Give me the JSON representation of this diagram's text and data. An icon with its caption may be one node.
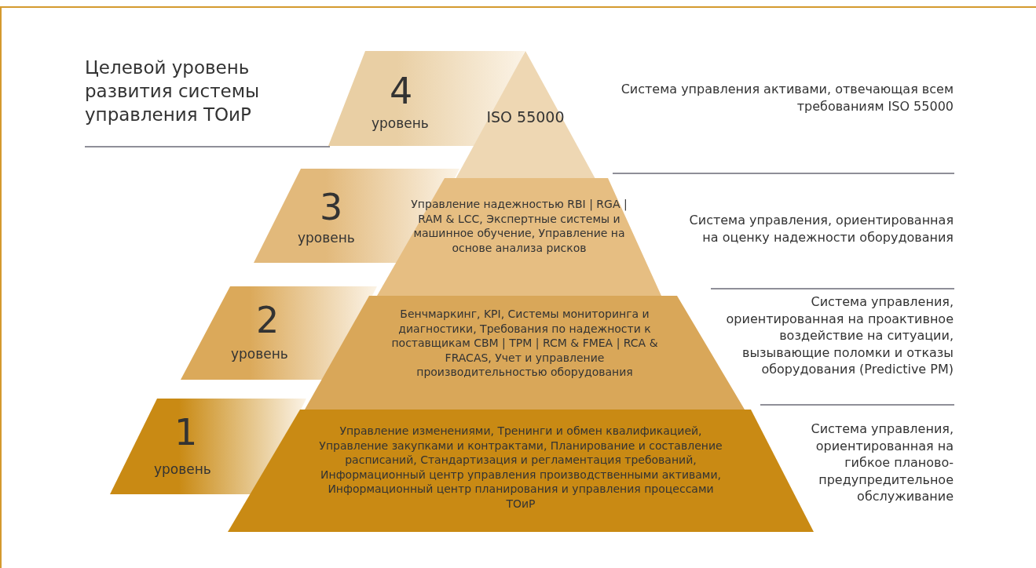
{
  "diagram": {
    "title": "Целевой уровень развития системы управления ТОиР",
    "nodes": [
      {
        "text": [
          "4",
          "уровень"
        ]
      },
      {
        "text": [
          "ISO 55000"
        ]
      },
      {
        "text": [
          "3",
          "уровень"
        ]
      },
      {
        "text": [
          "Управление надежностью RBI | RGA | RAM & LCC, Экспертные системы и машинное обучение, Управление на основе анализа рисков"
        ]
      },
      {
        "text": [
          "2",
          "уровень"
        ]
      },
      {
        "text": [
          "Бенчмаркинг, KPI, Системы мониторинга и диагностики, Требования по надежности к поставщикам CBM | TPM | RCM & FMEA | RCA & FRACAS, Учет и управление производительностью оборудования"
        ]
      },
      {
        "text": [
          "1",
          "уровень"
        ]
      },
      {
        "text": [
          "Управление изменениями, Тренинги и обмен квалификацией, Управление закупками и контрактами, Планирование и составление расписаний, Стандартизация и регламентация требований, Информационный центр управления производственными активами, Информационный центр планирования и управления процессами ТОиР"
        ]
      }
    ],
    "labels": [
      "Система управления активами, отвечающая всем требованиям ISO 55000",
      "Система управления, ориентированная на оценку надежности оборудования",
      "Система управления, ориентированная на проактивное воздействие на ситуации, вызывающие поломки и отказы оборудования (Predictive PM)",
      "Система управления, ориентированная на гибкое планово-предупредительное обслуживание"
    ]
  }
}
